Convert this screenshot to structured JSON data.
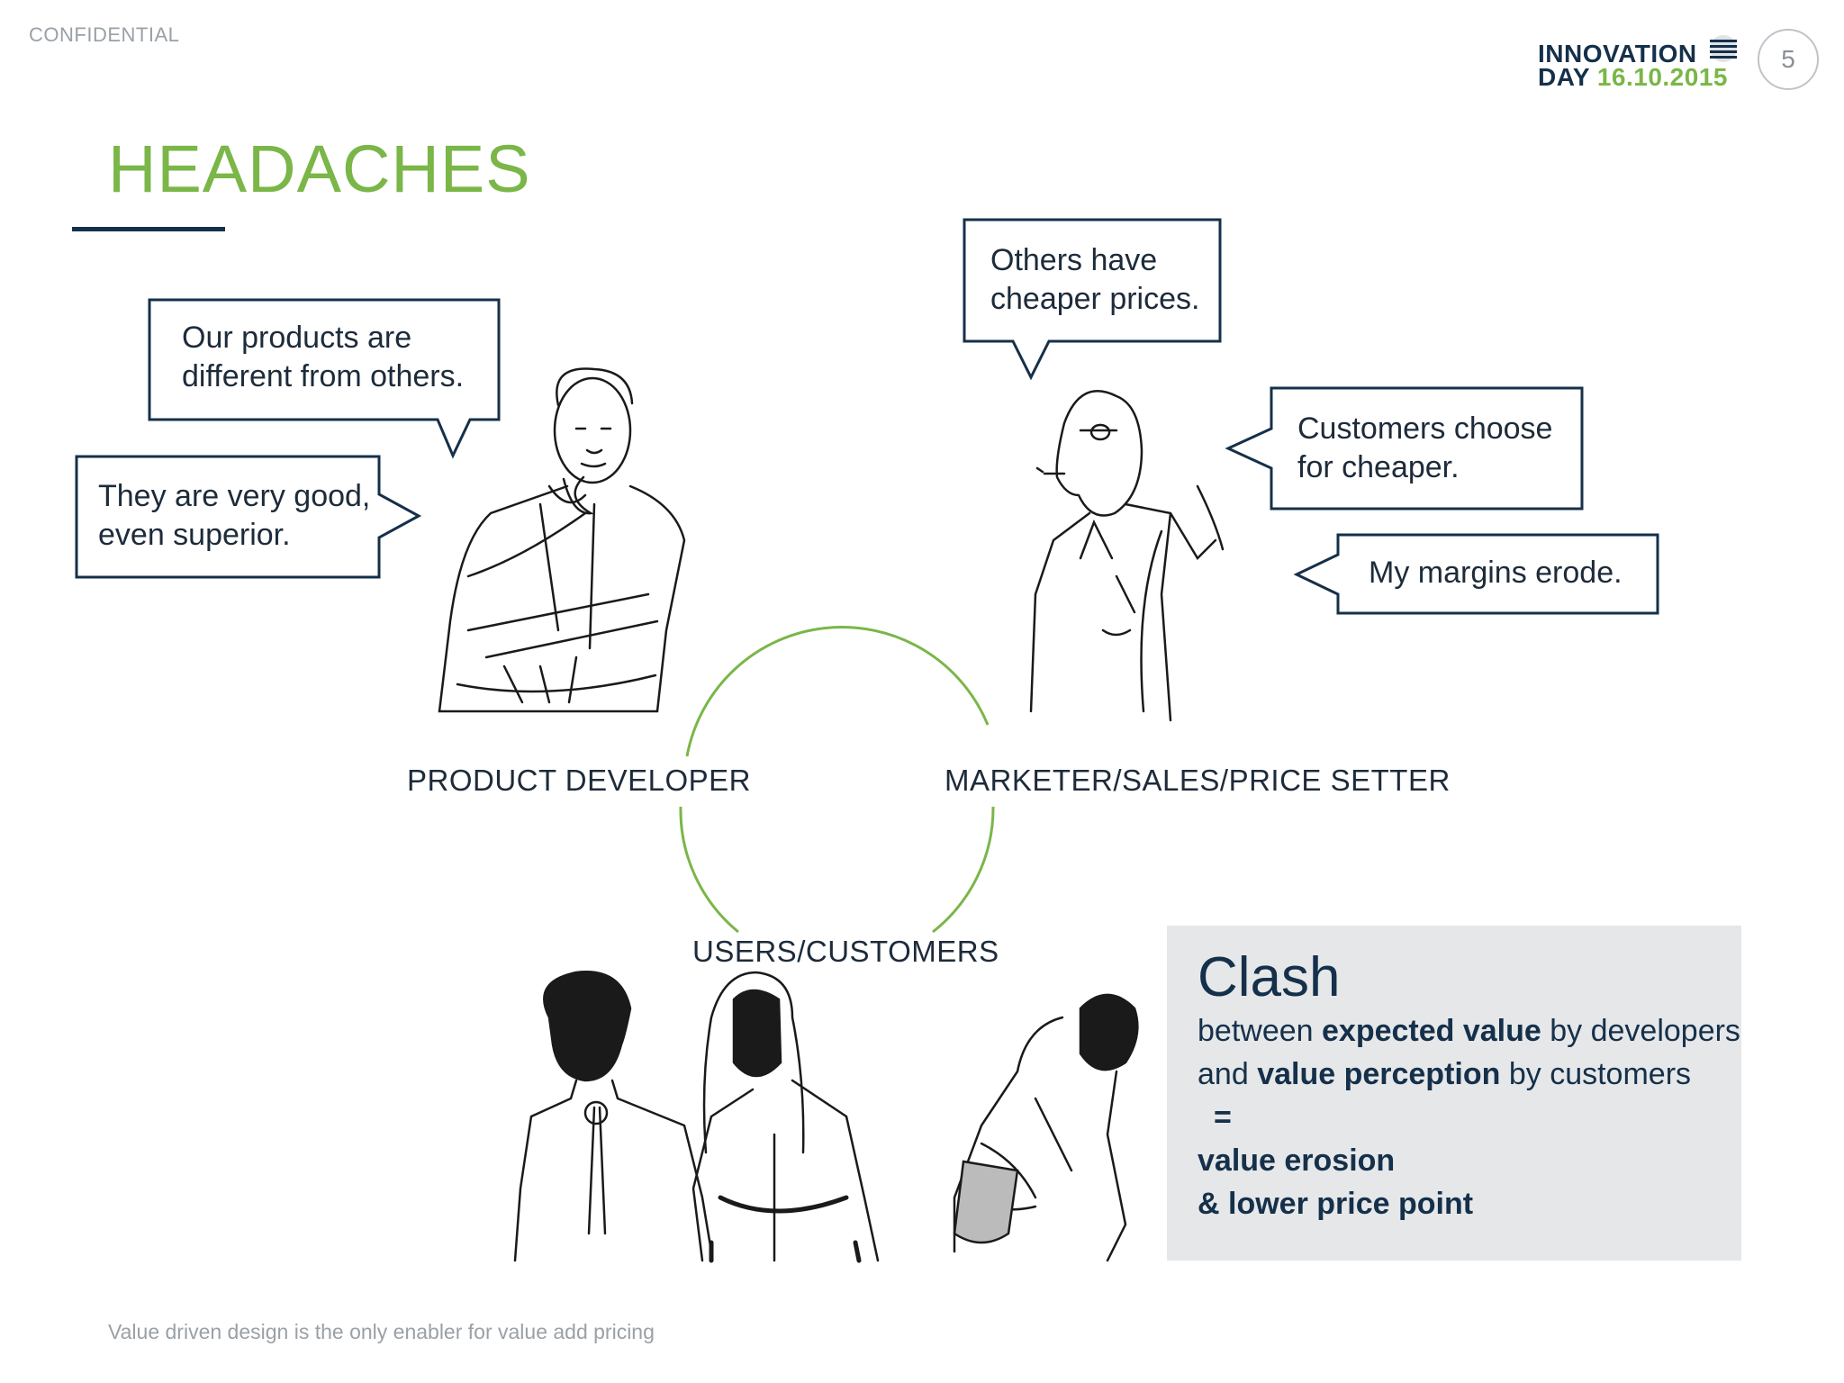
{
  "header": {
    "confidential": "CONFIDENTIAL",
    "slide_number": "5",
    "logo_line1": "INNOVATION",
    "logo_line2_prefix": "DAY",
    "logo_line2_date": "16.10.2015"
  },
  "title": "HEADACHES",
  "bubbles": {
    "products_different": [
      "Our products are",
      "different from others."
    ],
    "very_good": [
      "They are very good,",
      "even superior."
    ],
    "cheaper_prices": [
      "Others have",
      "cheaper prices."
    ],
    "customers_choose": [
      "Customers choose",
      "for cheaper."
    ],
    "margins": [
      "My margins erode."
    ]
  },
  "roles": {
    "developer": "PRODUCT DEVELOPER",
    "marketer": "MARKETER/SALES/PRICE SETTER",
    "users": "USERS/CUSTOMERS"
  },
  "clash": {
    "title": "Clash",
    "line1_a": "between ",
    "line1_b": "expected value",
    "line1_c": " by developers",
    "line2_a": "and ",
    "line2_b": "value perception",
    "line2_c": " by customers",
    "equals": "=",
    "result1": "value erosion",
    "result2": "& lower price point"
  },
  "footer": "Value driven design is the only enabler for value add pricing",
  "colors": {
    "accent_green": "#7ab648",
    "navy": "#15304a",
    "text": "#1d2b3a",
    "muted": "#9aa0a6",
    "clash_bg": "#e6e7e9"
  }
}
